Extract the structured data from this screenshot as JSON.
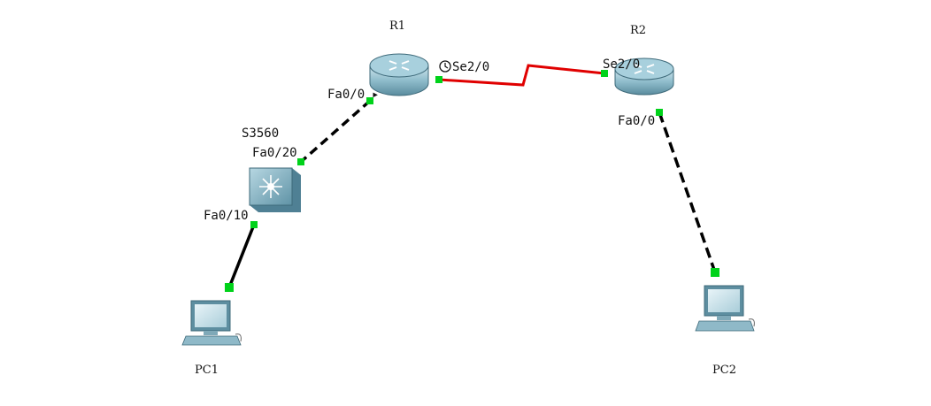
{
  "devices": {
    "r1": {
      "name": "R1",
      "type": "router-icon"
    },
    "r2": {
      "name": "R2",
      "type": "router-icon"
    },
    "switch": {
      "name": "S3560",
      "type": "multilayer-switch-icon"
    },
    "pc1": {
      "name": "PC1",
      "type": "pc-icon"
    },
    "pc2": {
      "name": "PC2",
      "type": "pc-icon"
    }
  },
  "links": {
    "r1_switch": {
      "from_port": "Fa0/0",
      "to_port": "Fa0/20",
      "cable": "copper-straight-through"
    },
    "switch_pc1": {
      "from_port": "Fa0/10",
      "cable": "copper-straight-through"
    },
    "r1_r2": {
      "from_port": "Se2/0",
      "to_port": "Se2/0",
      "cable": "serial-dce",
      "clock_icon": "clock-icon"
    },
    "r2_pc2": {
      "from_port": "Fa0/0",
      "cable": "copper-crossover"
    }
  },
  "colors": {
    "link_up": "#00d21a",
    "serial_cable": "#e00000",
    "ethernet_cable": "#000000",
    "device_body": "#7fb2c4"
  }
}
